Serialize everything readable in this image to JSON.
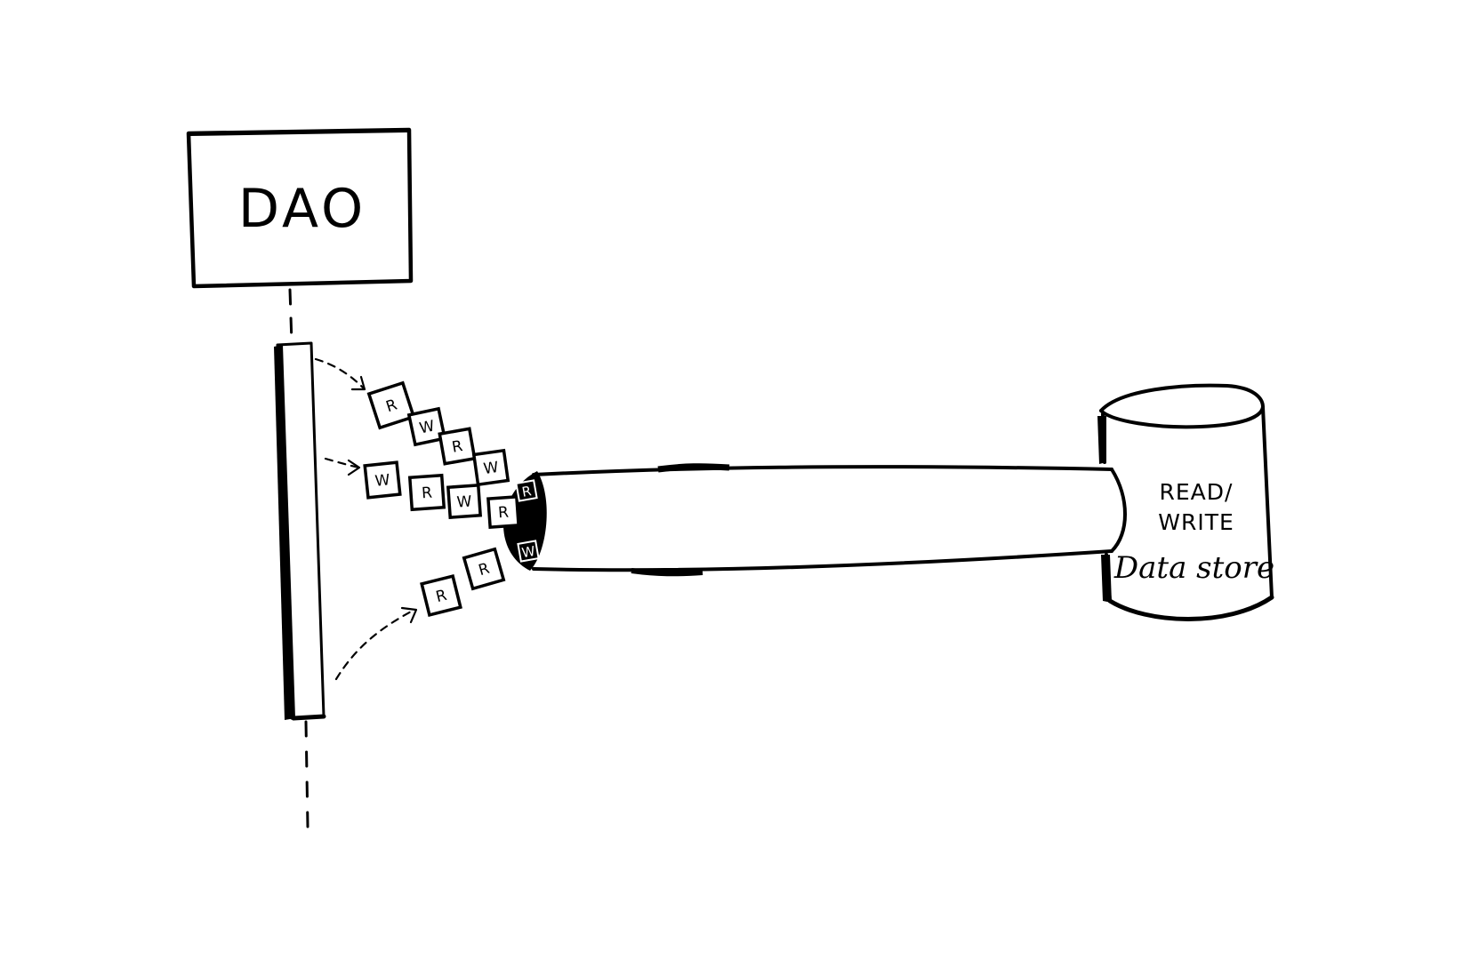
{
  "dao": {
    "label": "DAO"
  },
  "datastore": {
    "line1": "READ/",
    "line2": "WRITE",
    "line3": "Data store"
  },
  "queues": {
    "top": [
      "R",
      "W",
      "R",
      "W"
    ],
    "middle": [
      "W",
      "R",
      "W",
      "R"
    ],
    "bottom": [
      "R",
      "R"
    ],
    "pipe_entrance": [
      "R",
      "W"
    ]
  },
  "colors": {
    "ink": "#000000",
    "paper": "#ffffff"
  }
}
